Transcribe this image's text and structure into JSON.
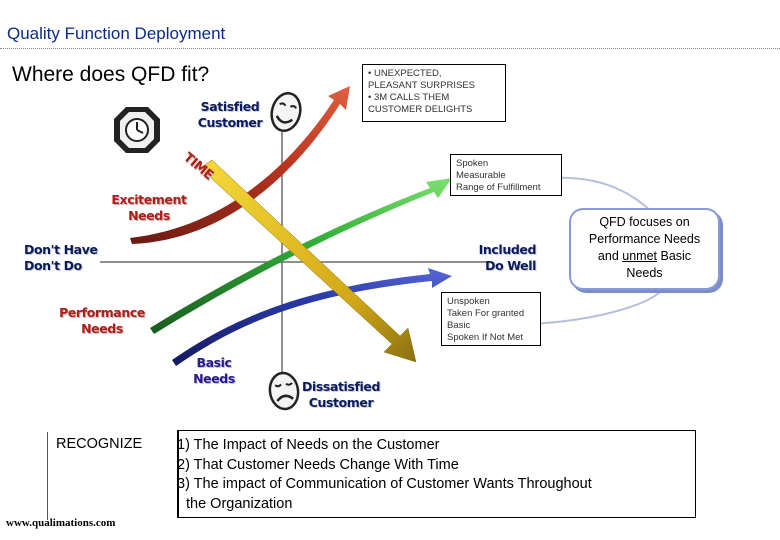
{
  "header": {
    "title": "Quality Function Deployment"
  },
  "subtitle": "Where does QFD fit?",
  "notes": {
    "delight": [
      "• UNEXPECTED,",
      "PLEASANT SURPRISES",
      "• 3M CALLS THEM",
      "CUSTOMER DELIGHTS"
    ],
    "spoken": [
      "Spoken",
      "Measurable",
      "Range of Fulfillment"
    ],
    "unspoken": [
      "Unspoken",
      "Taken For granted",
      "Basic",
      "Spoken If Not Met"
    ]
  },
  "bubble": {
    "line1": "QFD focuses on",
    "line2": "Performance Needs",
    "line3_pre": "and ",
    "line3_u": "unmet",
    "line3_post": " Basic",
    "line4": "Needs"
  },
  "labels": {
    "satisfied": [
      "Satisfied",
      "Customer"
    ],
    "dissatisfied": [
      "Dissatisfied",
      "Customer"
    ],
    "excitement": [
      "Excitement",
      "Needs"
    ],
    "performance": [
      "Performance",
      "Needs"
    ],
    "basic": [
      "Basic",
      "Needs"
    ],
    "dont_have": [
      "Don't Have",
      "Don't Do"
    ],
    "included": [
      "Included",
      "Do Well"
    ],
    "time": "TIME"
  },
  "recognize": {
    "label": "RECOGNIZE",
    "items": [
      "1) The Impact of Needs on the Customer",
      "2) That Customer Needs Change With Time",
      "3) The impact of Communication of Customer Wants Throughout",
      "the Organization"
    ]
  },
  "footer": {
    "website": "www.qualimations.com"
  },
  "colors": {
    "excitement": "#b0301c",
    "performance": "#34b23a",
    "basic": "#2b3aa8",
    "time": "#e0b21a",
    "title": "#0a2a8a"
  },
  "icons": [
    "clock-icon",
    "happy-mask-icon",
    "sad-mask-icon"
  ]
}
